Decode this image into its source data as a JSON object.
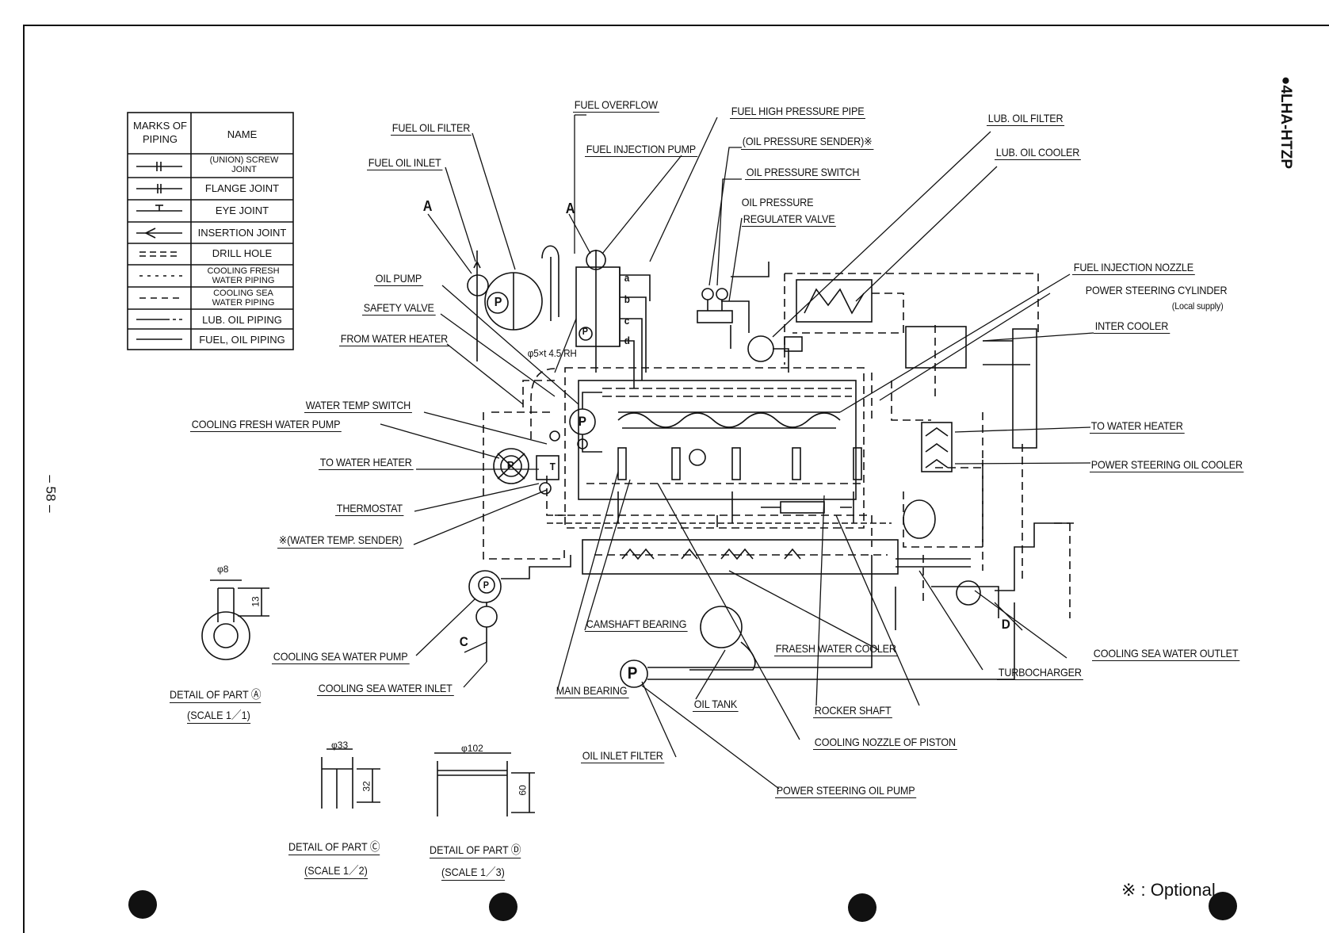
{
  "title": "●4LHA-HTZP",
  "page_number": "– 58 –",
  "optional_note": "※ : Optional",
  "legend": {
    "header_marks": "MARKS OF PIPING",
    "header_name": "NAME",
    "rows": [
      {
        "name": "(UNION) SCREW JOINT"
      },
      {
        "name": "FLANGE JOINT"
      },
      {
        "name": "EYE JOINT"
      },
      {
        "name": "INSERTION JOINT"
      },
      {
        "name": "DRILL HOLE"
      },
      {
        "name": "COOLING FRESH WATER PIPING"
      },
      {
        "name": "COOLING SEA WATER PIPING"
      },
      {
        "name": "LUB. OIL PIPING"
      },
      {
        "name": "FUEL, OIL PIPING"
      }
    ]
  },
  "labels": {
    "fuel_overflow": "FUEL OVERFLOW",
    "fuel_high_pressure_pipe": "FUEL HIGH PRESSURE PIPE",
    "fuel_oil_filter": "FUEL OIL FILTER",
    "fuel_injection_pump": "FUEL INJECTION PUMP",
    "oil_pressure_sender": "(OIL PRESSURE SENDER)※",
    "fuel_oil_inlet": "FUEL OIL INLET",
    "oil_pressure_switch": "OIL PRESSURE SWITCH",
    "oil_pressure": "OIL PRESSURE",
    "regulater_valve": "REGULATER VALVE",
    "lub_oil_filter": "LUB. OIL FILTER",
    "lub_oil_cooler": "LUB. OIL COOLER",
    "mark_a1": "A",
    "mark_a2": "A",
    "oil_pump": "OIL PUMP",
    "safety_valve": "SAFETY VALVE",
    "from_water_heater": "FROM WATER HEATER",
    "drill_spec": "φ5×t 4.5 RH",
    "fuel_injection_nozzle": "FUEL INJECTION NOZZLE",
    "power_steering_cylinder": "POWER STEERING CYLINDER",
    "local_supply": "(Local supply)",
    "inter_cooler": "INTER COOLER",
    "water_temp_switch": "WATER TEMP SWITCH",
    "cooling_fresh_water_pump": "COOLING  FRESH WATER PUMP",
    "to_water_heater_left": "TO WATER HEATER",
    "thermostat": "THERMOSTAT",
    "water_temp_sender": "※(WATER TEMP. SENDER)",
    "to_water_heater_right": "TO  WATER  HEATER",
    "power_steering_oil_cooler": "POWER STEERING OIL COOLER",
    "camshaft_bearing": "CAMSHAFT BEARING",
    "fraesh_water_cooler": "FRAESH WATER COOLER",
    "mark_d": "D",
    "cooling_sea_water_outlet": "COOLING SEA WATER OUTLET",
    "turbocharger": "TURBOCHARGER",
    "cooling_sea_water_pump": "COOLING SEA WATER PUMP",
    "mark_c": "C",
    "cooling_sea_water_inlet": "COOLING SEA WATER INLET",
    "main_bearing": "MAIN BEARING",
    "oil_tank": "OIL TANK",
    "rocker_shaft": "ROCKER SHAFT",
    "cooling_nozzle_of_piston": "COOLING NOZZLE OF PISTON",
    "oil_inlet_filter": "OIL INLET FILTER",
    "power_steering_oil_pump": "POWER STEERING OIL PUMP",
    "pump_p": "P",
    "port_a": "a",
    "port_b": "b",
    "port_c": "c",
    "port_d": "d",
    "thermo_t": "T"
  },
  "details": {
    "a": {
      "title": "DETAIL OF PART Ⓐ",
      "scale": "(SCALE 1／1)",
      "dia": "φ8",
      "height": "13"
    },
    "c": {
      "title": "DETAIL OF PART Ⓒ",
      "scale": "(SCALE 1／2)",
      "dia": "φ33",
      "height": "32"
    },
    "d": {
      "title": "DETAIL OF PART Ⓓ",
      "scale": "(SCALE 1／3)",
      "dia": "φ102",
      "height": "60"
    }
  }
}
